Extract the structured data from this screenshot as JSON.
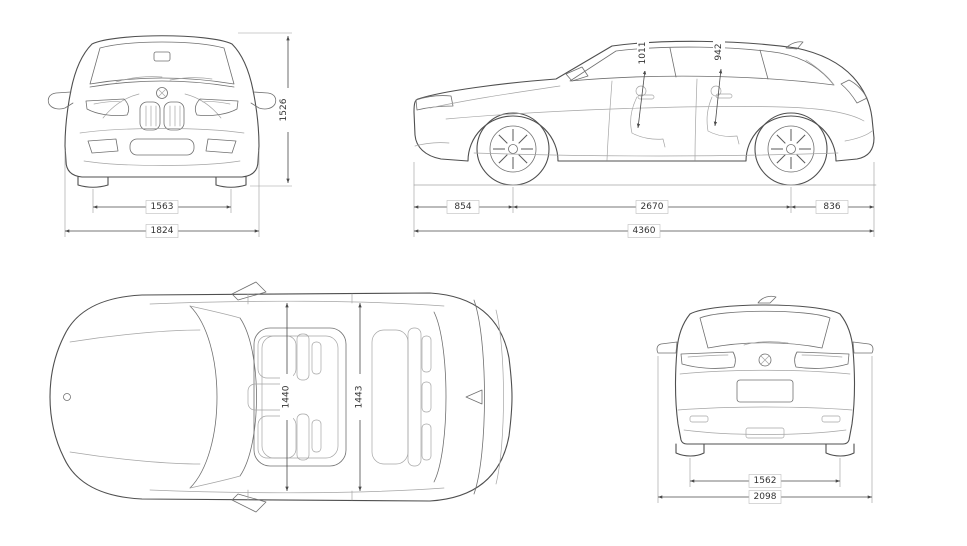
{
  "colors": {
    "line": "#4f4f4f",
    "dimension": "#4a4a4a",
    "background": "#ffffff"
  },
  "views": {
    "front": {
      "overall_height": "1526",
      "track_width": "1563",
      "overall_width": "1824"
    },
    "side": {
      "interior_height_front": "1011",
      "interior_height_rear": "942",
      "front_overhang": "854",
      "wheelbase": "2670",
      "rear_overhang": "836",
      "overall_length": "4360"
    },
    "top": {
      "interior_width_front": "1440",
      "interior_width_rear": "1443"
    },
    "rear": {
      "track_width": "1562",
      "width_incl_mirrors": "2098"
    }
  }
}
